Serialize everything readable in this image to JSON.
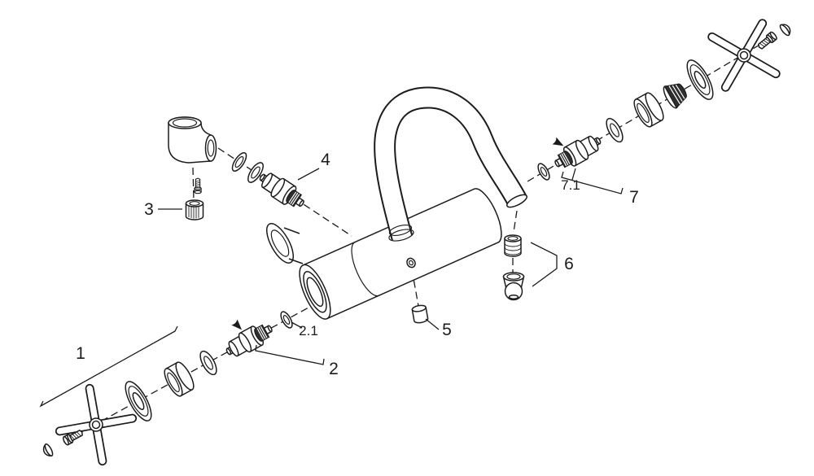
{
  "diagram": {
    "kind": "exploded-parts-diagram",
    "background_color": "#ffffff",
    "line_color": "#1c1c1c",
    "callouts": {
      "c1": "1",
      "c2": "2",
      "c2_1": "2.1",
      "c3": "3",
      "c4": "4",
      "c5": "5",
      "c6": "6",
      "c7": "7",
      "c7_1": "7.1"
    }
  }
}
